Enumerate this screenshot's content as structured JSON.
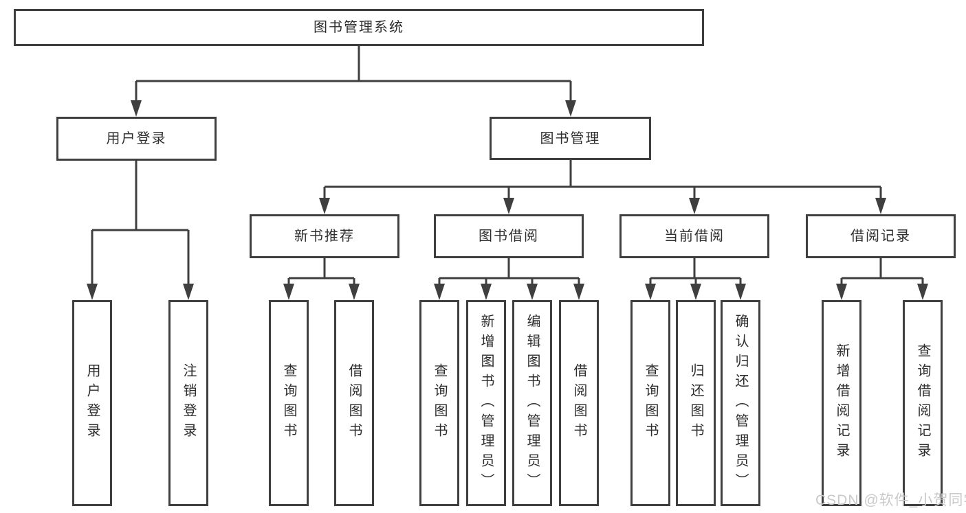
{
  "colors": {
    "line": "#3f3f3f",
    "text": "#2d2d2d",
    "watermark": "#c9c9c9",
    "background": "#ffffff"
  },
  "diagram": {
    "root": {
      "label": "图书管理系统"
    },
    "login_branch": {
      "label": "用户登录",
      "children": [
        {
          "label": "用户登录"
        },
        {
          "label": "注销登录"
        }
      ]
    },
    "management_branch": {
      "label": "图书管理",
      "modules": [
        {
          "label": "新书推荐",
          "children": [
            {
              "label": "查询图书"
            },
            {
              "label": "借阅图书"
            }
          ]
        },
        {
          "label": "图书借阅",
          "children": [
            {
              "label": "查询图书"
            },
            {
              "label": "新增图书（管理员）"
            },
            {
              "label": "编辑图书（管理员）"
            },
            {
              "label": "借阅图书"
            }
          ]
        },
        {
          "label": "当前借阅",
          "children": [
            {
              "label": "查询图书"
            },
            {
              "label": "归还图书"
            },
            {
              "label": "确认归还（管理员）"
            }
          ]
        },
        {
          "label": "借阅记录",
          "children": [
            {
              "label": "新增借阅记录"
            },
            {
              "label": "查询借阅记录"
            }
          ]
        }
      ]
    }
  },
  "watermark": {
    "text": "CSDN @软件_小贺同学"
  }
}
